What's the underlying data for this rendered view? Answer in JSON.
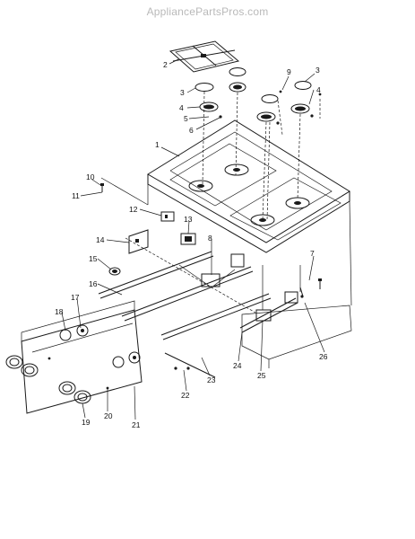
{
  "watermark": "AppliancePartsPros.com",
  "part_labels": [
    "1",
    "2",
    "3",
    "3",
    "4",
    "4",
    "5",
    "6",
    "7",
    "8",
    "9",
    "10",
    "11",
    "12",
    "13",
    "14",
    "15",
    "16",
    "17",
    "18",
    "19",
    "20",
    "21",
    "22",
    "23",
    "24",
    "25",
    "26"
  ]
}
